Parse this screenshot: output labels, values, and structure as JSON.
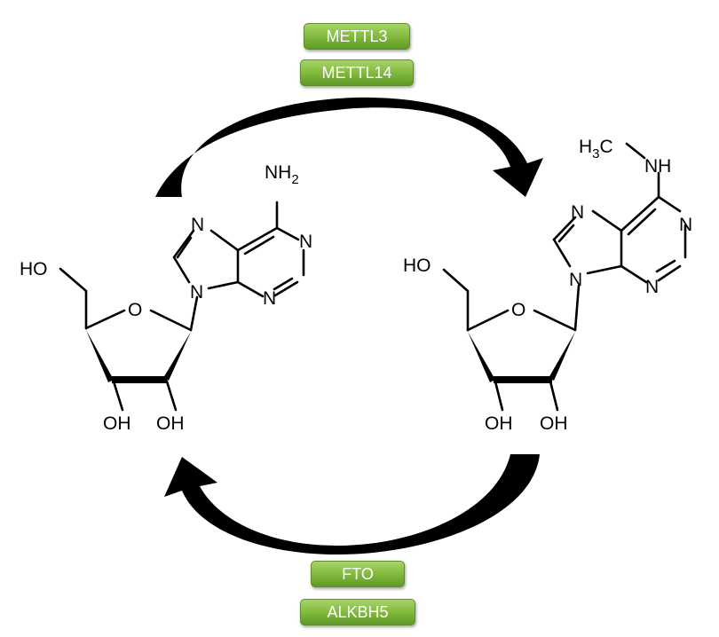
{
  "enzymes": {
    "writers": [
      "METTL3",
      "METTL14"
    ],
    "erasers": [
      "FTO",
      "ALKBH5"
    ],
    "accent_color": "#86bd42"
  },
  "molecules": {
    "adenosine": {
      "amine": "NH",
      "amine_sub": "2",
      "ring_n": "N",
      "ring_o": "O",
      "hydroxyl": "HO",
      "oh": "OH"
    },
    "m6a": {
      "methyl": "H",
      "methyl_sub": "3",
      "methyl_c": "C",
      "amine": "NH",
      "ring_n": "N",
      "ring_o": "O",
      "hydroxyl": "HO",
      "oh": "OH"
    }
  },
  "arrows": {
    "top": "methylation-arrow",
    "bottom": "demethylation-arrow"
  }
}
